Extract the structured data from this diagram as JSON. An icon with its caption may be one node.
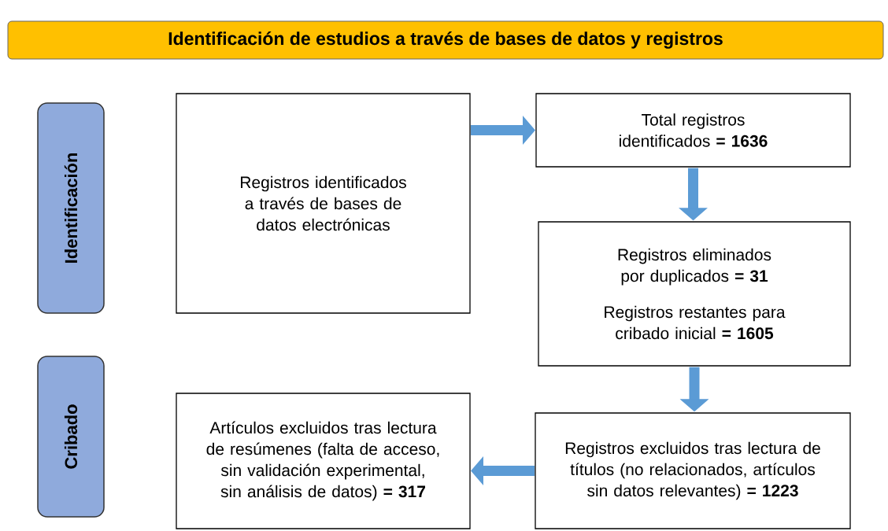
{
  "diagram": {
    "title": "Identificación de estudios a través de bases de datos y registros",
    "nodes": [
      {
        "text": [
          "Identificación"
        ]
      },
      {
        "text": [
          "Cribado"
        ]
      },
      {
        "text": [
          "Registros identificados a través de bases de datos electrónicas"
        ]
      },
      {
        "text": [
          "Total registros identificados **= 1636**"
        ]
      },
      {
        "text": [
          "Registros eliminados por duplicados **= 31**",
          "Registros restantes para cribado inicial **= 1605**"
        ]
      },
      {
        "text": [
          "Registros excluidos tras lectura de títulos (no relacionados, artículos sin datos relevantes) **= 1223**"
        ]
      },
      {
        "text": [
          "Artículos excluidos tras lectura de resúmenes (falta de acceso, sin validación experimental, sin análisis de datos) **= 317**"
        ]
      }
    ],
    "edges": [
      {
        "from": 2,
        "to": 3,
        "arrow": "to"
      },
      {
        "from": 3,
        "to": 4,
        "arrow": "to"
      },
      {
        "from": 4,
        "to": 5,
        "arrow": "to"
      },
      {
        "from": 5,
        "to": 6,
        "arrow": "to"
      }
    ]
  }
}
